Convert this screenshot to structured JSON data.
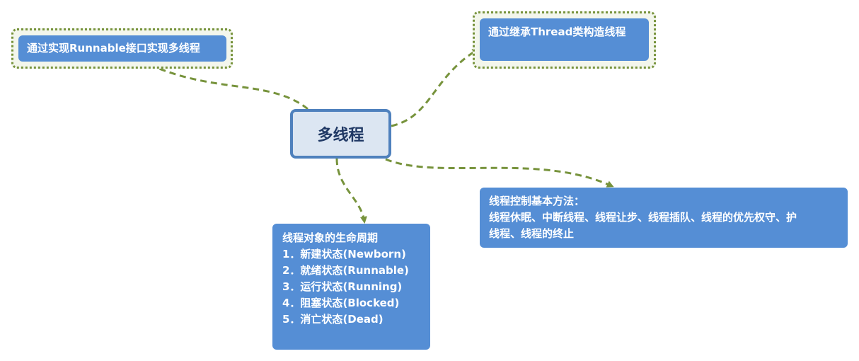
{
  "diagram": {
    "center": {
      "label": "多线程"
    },
    "runnable": {
      "label": "通过实现Runnable接口实现多线程"
    },
    "thread": {
      "label": "通过继承Thread类构造线程"
    },
    "lifecycle": {
      "title": "线程对象的生命周期",
      "items": [
        "1．新建状态(Newborn)",
        "2．就绪状态(Runnable)",
        "3．运行状态(Running)",
        "4．阻塞状态(Blocked)",
        "5．消亡状态(Dead)"
      ]
    },
    "control": {
      "title": "线程控制基本方法：",
      "lines": [
        "线程休眠、中断线程、线程让步、线程插队、线程的优先权守、护",
        "线程、线程的终止"
      ]
    },
    "colors": {
      "node_fill": "#558ed5",
      "center_fill": "#dce6f2",
      "center_border": "#4f81bd",
      "connector": "#77933c"
    }
  }
}
